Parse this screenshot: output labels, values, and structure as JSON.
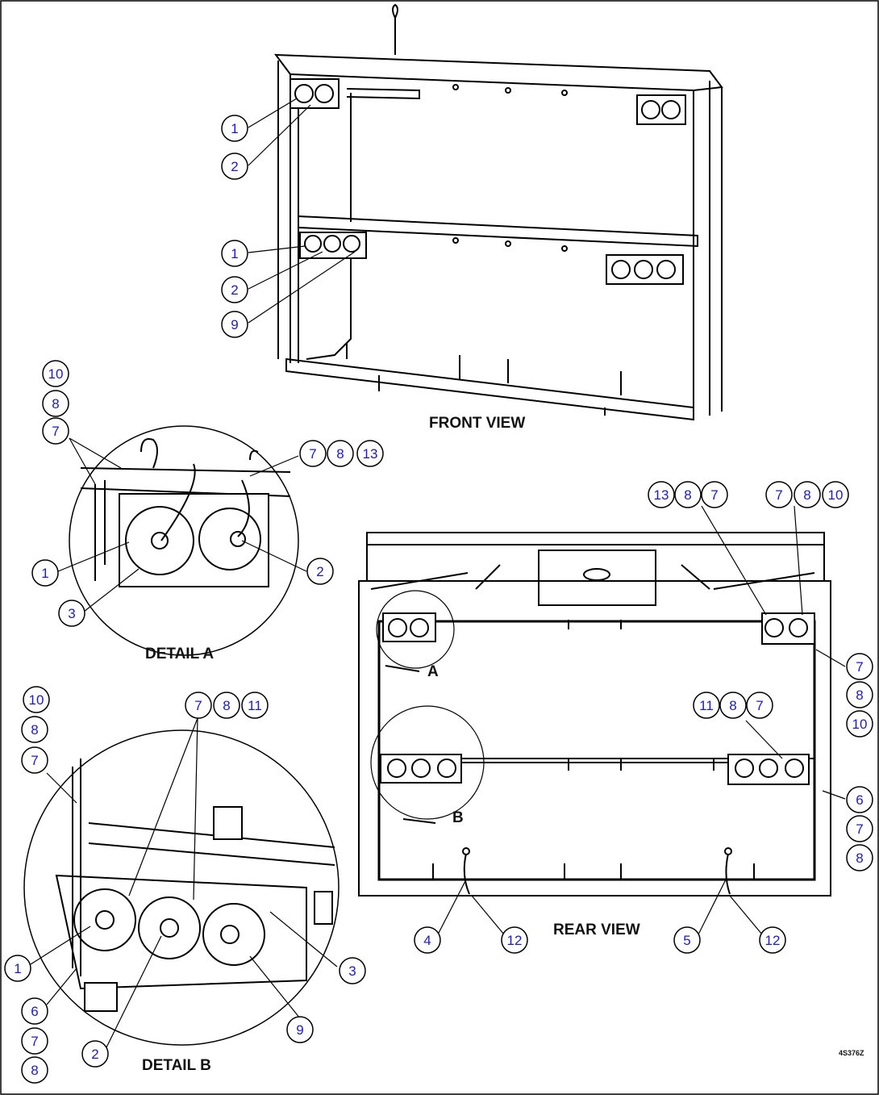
{
  "views": {
    "front": "FRONT VIEW",
    "rear": "REAR VIEW",
    "detail_a": "DETAIL A",
    "detail_b": "DETAIL B",
    "callout_a": "A",
    "callout_b": "B"
  },
  "figure_code": "4S376Z",
  "balloons": {
    "front": [
      "1",
      "2",
      "1",
      "2",
      "9"
    ],
    "detail_a": [
      "10",
      "8",
      "7",
      "7",
      "8",
      "13",
      "1",
      "2",
      "3"
    ],
    "rear_top": [
      "13",
      "8",
      "7",
      "7",
      "8",
      "10"
    ],
    "rear_right": [
      "7",
      "8",
      "10",
      "11",
      "8",
      "7",
      "6",
      "7",
      "8"
    ],
    "rear_bottom": [
      "4",
      "12",
      "5",
      "12"
    ],
    "detail_b": [
      "10",
      "8",
      "7",
      "7",
      "8",
      "11",
      "1",
      "6",
      "7",
      "8",
      "2",
      "9",
      "3"
    ]
  }
}
